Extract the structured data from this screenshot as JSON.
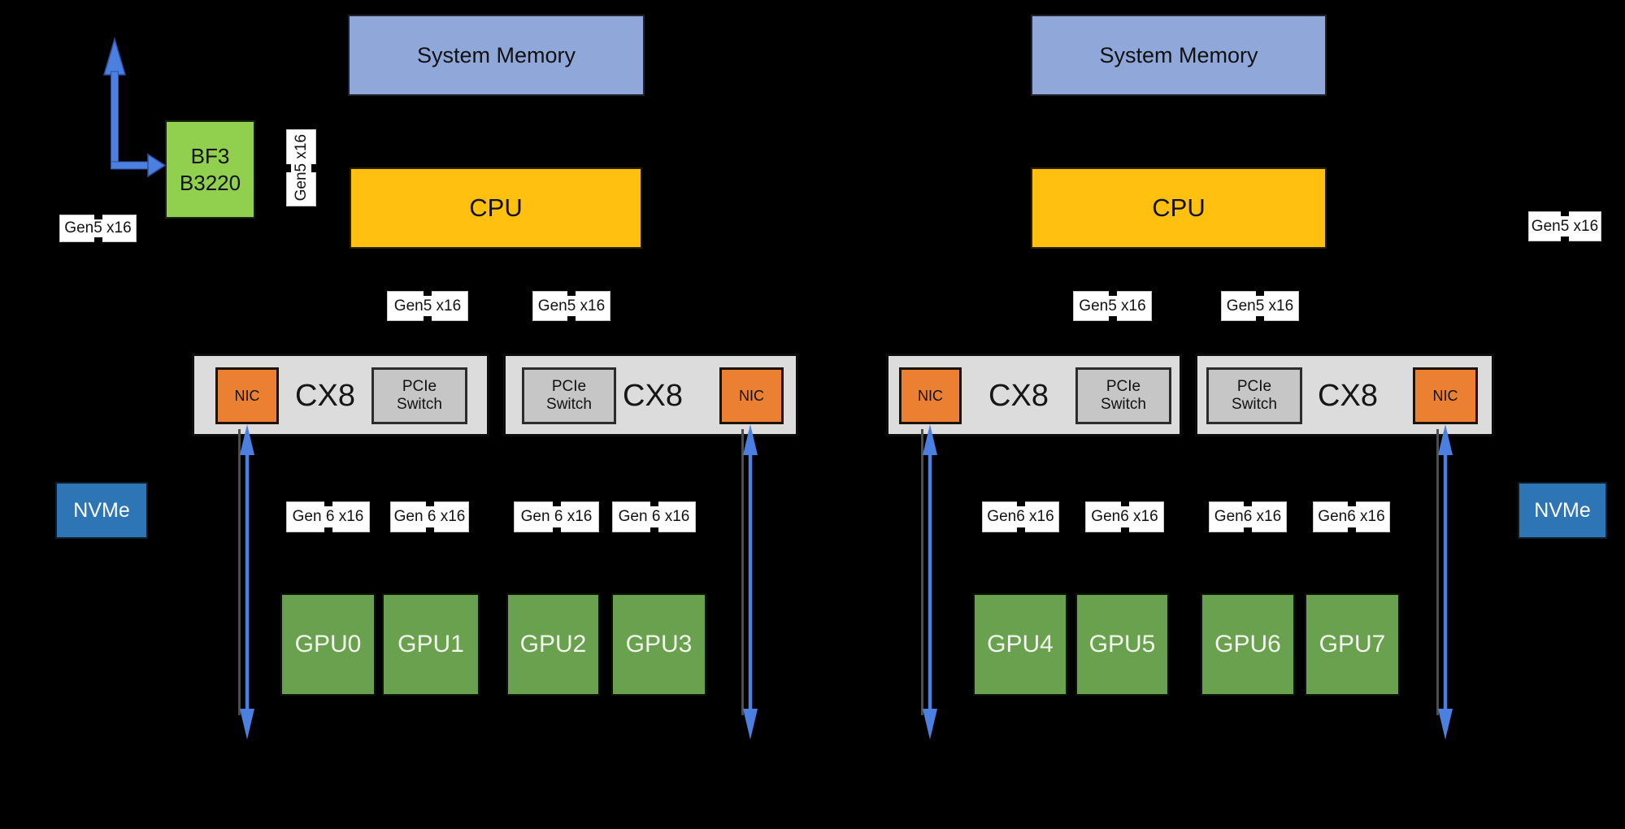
{
  "colors": {
    "background": "#000000",
    "system_memory_fill": "#8FA8D9",
    "cpu_fill": "#FFC010",
    "bf3_fill": "#90D04E",
    "gpu_fill": "#69A14E",
    "nic_fill": "#EC8032",
    "pcie_switch_fill": "#C6C6C6",
    "cx8_tray_fill": "#DCDCDC",
    "nvme_fill": "#2E75B6",
    "arrow_blue": "#4B80E0",
    "link_label_bg": "#FFFFFF"
  },
  "nodes": {
    "system_memory_left": "System Memory",
    "system_memory_right": "System Memory",
    "cpu_left": "CPU",
    "cpu_right": "CPU",
    "bf3": {
      "line1": "BF3",
      "line2": "B3220"
    },
    "nvme_left": "NVMe",
    "nvme_right": "NVMe",
    "cx8_trays": [
      {
        "cx8": "CX8",
        "nic": "NIC",
        "pcie_line1": "PCIe",
        "pcie_line2": "Switch"
      },
      {
        "cx8": "CX8",
        "nic": "NIC",
        "pcie_line1": "PCIe",
        "pcie_line2": "Switch"
      },
      {
        "cx8": "CX8",
        "nic": "NIC",
        "pcie_line1": "PCIe",
        "pcie_line2": "Switch"
      },
      {
        "cx8": "CX8",
        "nic": "NIC",
        "pcie_line1": "PCIe",
        "pcie_line2": "Switch"
      }
    ],
    "gpus": [
      "GPU0",
      "GPU1",
      "GPU2",
      "GPU3",
      "GPU4",
      "GPU5",
      "GPU6",
      "GPU7"
    ]
  },
  "link_labels": {
    "gen5_far_left": "Gen5 x16",
    "gen5_bf3_vertical": "Gen5 x16",
    "gen5_far_right": "Gen5 x16",
    "gen5_cpu_links": [
      "Gen5 x16",
      "Gen5 x16",
      "Gen5 x16",
      "Gen5 x16"
    ],
    "gen6_links_left": [
      "Gen 6 x16",
      "Gen 6 x16",
      "Gen 6 x16",
      "Gen 6 x16"
    ],
    "gen6_links_right": [
      "Gen6 x16",
      "Gen6 x16",
      "Gen6 x16",
      "Gen6 x16"
    ]
  }
}
